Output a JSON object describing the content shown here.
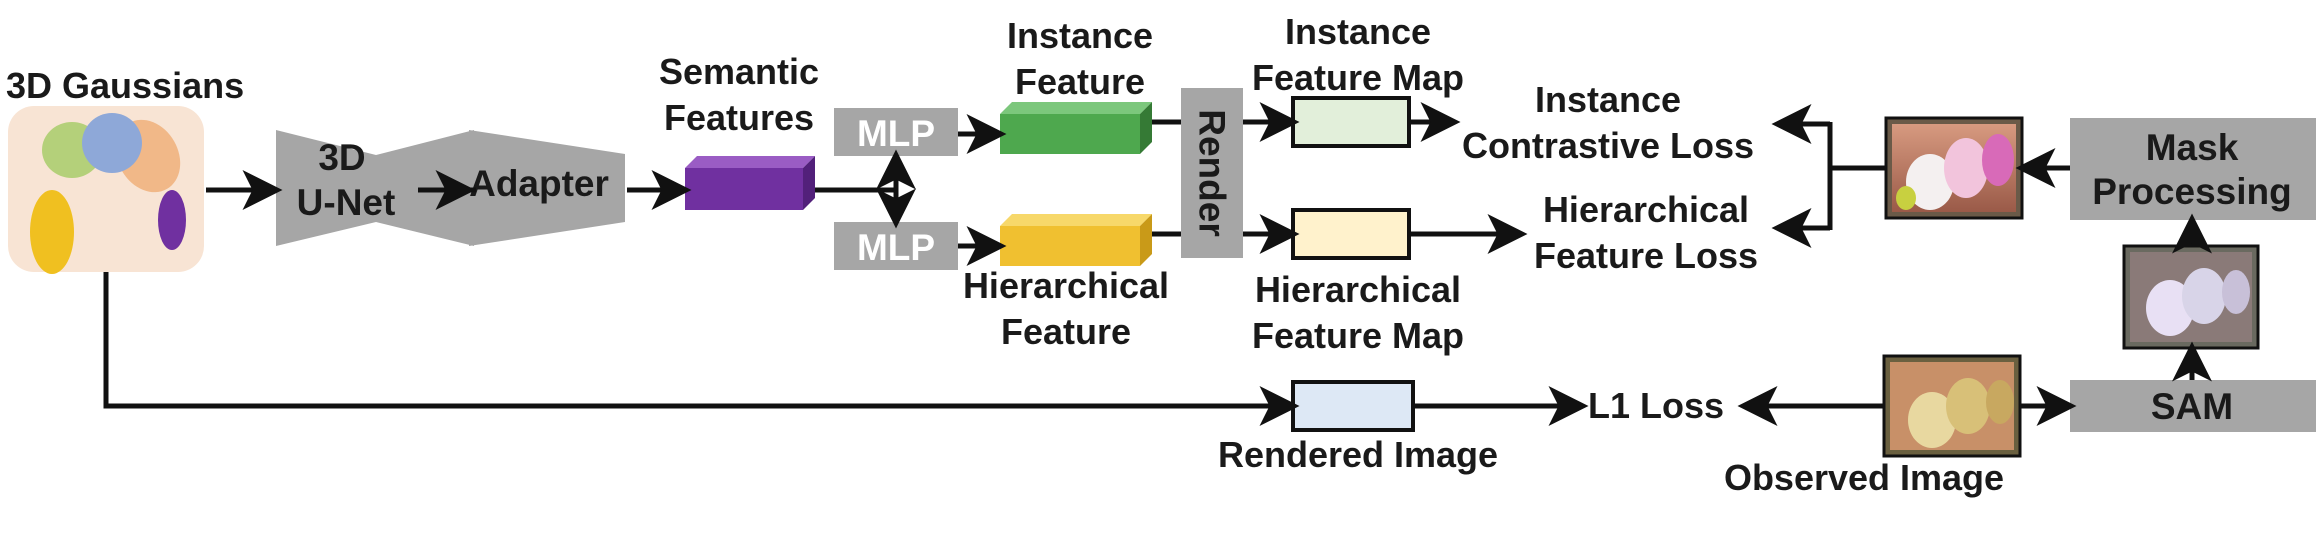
{
  "labels": {
    "gaussians": "3D Gaussians",
    "unet_line1": "3D",
    "unet_line2": "U-Net",
    "adapter": "Adapter",
    "semantic_line1": "Semantic",
    "semantic_line2": "Features",
    "mlp_top": "MLP",
    "mlp_bottom": "MLP",
    "instance_feature_line1": "Instance",
    "instance_feature_line2": "Feature",
    "hier_feature_line1": "Hierarchical",
    "hier_feature_line2": "Feature",
    "render": "Render",
    "instance_map_line1": "Instance",
    "instance_map_line2": "Feature Map",
    "hier_map_line1": "Hierarchical",
    "hier_map_line2": "Feature Map",
    "rendered_image": "Rendered Image",
    "instance_loss_line1": "Instance",
    "instance_loss_line2": "Contrastive Loss",
    "hier_loss_line1": "Hierarchical",
    "hier_loss_line2": "Feature Loss",
    "l1_loss": "L1 Loss",
    "mask_line1": "Mask",
    "mask_line2": "Processing",
    "sam": "SAM",
    "observed_image": "Observed Image"
  },
  "colors": {
    "block_gray": "#a6a6a6",
    "gaussian_bg": "#f8e4d4",
    "semantic_purple": "#7030a0",
    "instance_green": "#4ea84e",
    "hier_yellow": "#f0c030",
    "instance_map_fill": "#e2efda",
    "hier_map_fill": "#fff2cc",
    "rendered_fill": "#dde8f5"
  }
}
